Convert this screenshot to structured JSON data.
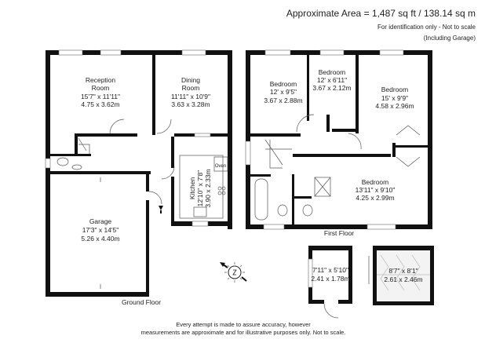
{
  "header": {
    "area": "Approximate Area = 1,487 sq ft / 138.14 sq m",
    "note1": "For identification only - Not to scale",
    "note2": "(Including Garage)"
  },
  "ground_floor": {
    "label": "Ground Floor",
    "reception": {
      "name1": "Reception",
      "name2": "Room",
      "imperial": "15'7\" x 11'11\"",
      "metric": "4.75 x 3.62m"
    },
    "dining": {
      "name1": "Dining",
      "name2": "Room",
      "imperial": "11'11\" x 10'9\"",
      "metric": "3.63 x 3.28m"
    },
    "kitchen": {
      "name": "Kitchen",
      "imperial": "12'10\" x 7'8\"",
      "metric": "3.90 x 2.33m",
      "oven": "Oven"
    },
    "garage": {
      "name": "Garage",
      "imperial": "17'3\" x 14'5\"",
      "metric": "5.26 x 4.40m"
    }
  },
  "first_floor": {
    "label": "First Floor",
    "bedroom1": {
      "name": "Bedroom",
      "imperial": "12' x 9'5\"",
      "metric": "3.67 x 2.88m"
    },
    "bedroom2": {
      "name": "Bedroom",
      "imperial": "12' x 6'11\"",
      "metric": "3.67 x 2.12m"
    },
    "bedroom3": {
      "name": "Bedroom",
      "imperial": "15' x 9'9\"",
      "metric": "4.58 x 2.96m"
    },
    "bedroom4": {
      "name": "Bedroom",
      "imperial": "13'11\" x 9'10\"",
      "metric": "4.25 x 2.99m"
    }
  },
  "outbuildings": {
    "store": {
      "imperial": "7'11\" x 5'10\"",
      "metric": "2.41 x 1.78m"
    },
    "greenhouse": {
      "imperial": "8'7\" x 8'1\"",
      "metric": "2.61 x 2.46m"
    }
  },
  "compass": {
    "icon": "north-compass-icon"
  },
  "footer": {
    "line1": "Every attempt is made to assure accuracy, however",
    "line2": "measurements are approximate and for illustrative purposes only. Not to scale."
  }
}
